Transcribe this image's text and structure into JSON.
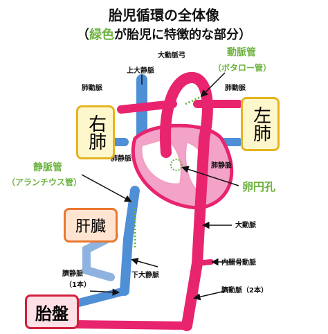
{
  "title": {
    "line1": "胎児循環の全体像",
    "line2_prefix": "（",
    "line2_green": "緑色",
    "line2_suffix": "が胎児に特徴的な部分）"
  },
  "labels": {
    "aortic_arch": "大動脈弓",
    "ductus": "動脈管",
    "ductus_sub": "（ボタロー管）",
    "svc": "上大静脈",
    "pa_left": "肺動脈",
    "pa_right": "肺動脈",
    "pv_left": "肺静脈",
    "pv_right": "肺静脈",
    "venosus": "静脈管",
    "venosus_sub": "（アランチウス管）",
    "foramen": "卵円孔",
    "aorta": "大動脈",
    "ivc": "下大静脈",
    "iliac": "内腸骨動脈",
    "umb_vein": "臍静脈",
    "umb_vein_count": "（1本）",
    "umb_artery": "臍動脈（2本）"
  },
  "organs": {
    "right_lung": "右肺",
    "left_lung": "左肺",
    "liver": "肝臓",
    "placenta": "胎盤"
  },
  "colors": {
    "artery": "#e8246e",
    "vein": "#4f8fd6",
    "mixed": "#f3a3c8",
    "fetal": "#6db33f"
  }
}
